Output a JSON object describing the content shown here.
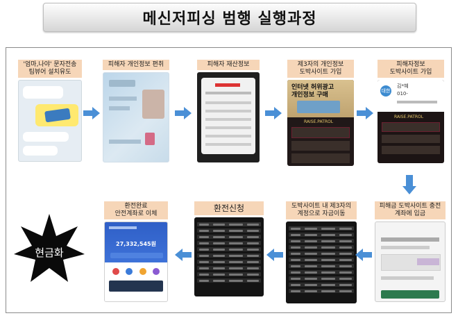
{
  "title": "메신저피싱 범행 실행과정",
  "center_label": "현금화",
  "steps_top": [
    {
      "caption": "'엄마,나야' 문자전송\n팀뷰어 설치유도",
      "screen": "chat"
    },
    {
      "caption": "피해자 개인정보 편취",
      "screen": "idcard"
    },
    {
      "caption": "피해자 재산정보",
      "screen": "bank"
    },
    {
      "caption": "제3자의 개인정보\n도박사이트 가입",
      "screen": "ad",
      "overlay_text": "인터넷 허위광고\n개인정보 구매",
      "site_name": "RAISE.PATROL"
    },
    {
      "caption": "피해자정보\n도박사이트 가입",
      "screen": "signup",
      "id_label": "대한",
      "name_label": "김*혜",
      "phone_label": "010-",
      "site_name": "RAISE.PATROL"
    }
  ],
  "steps_bottom": [
    {
      "caption": "피해금 도박사이트 충전\n계좌에 입금",
      "screen": "deposit"
    },
    {
      "caption": "도박사이트 내 제3자의\n계정으로 자금이동",
      "screen": "transfer"
    },
    {
      "caption": "환전신청",
      "screen": "exchange"
    },
    {
      "caption": "환전완료\n안전계좌로 이체",
      "screen": "bankapp",
      "amount": "27,332,545원"
    }
  ],
  "colors": {
    "caption_bg": "#f6d6b8",
    "arrow": "#4a8fd6",
    "frame": "#8a8a8a"
  }
}
